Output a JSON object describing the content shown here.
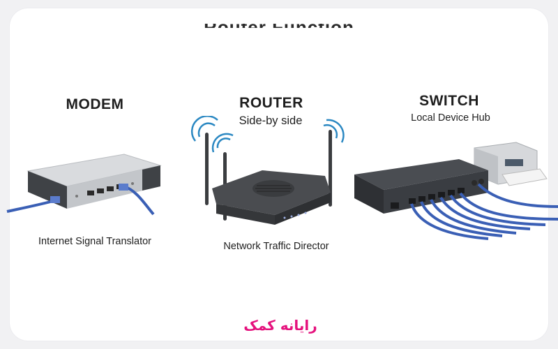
{
  "title_partial": "Router Function",
  "devices": [
    {
      "heading": "MODEM",
      "subtitle": "",
      "caption": "Internet Signal Translator"
    },
    {
      "heading": "ROUTER",
      "subtitle": "Side-by side",
      "caption": "Network Traffic Director"
    },
    {
      "heading": "SWITCH",
      "subtitle": "Local Device Hub",
      "caption": ""
    }
  ],
  "logo": {
    "text": "رایانه کمک",
    "color": "#e5127d"
  },
  "colors": {
    "cable": "#3a5fb5",
    "wifi": "#2b88c2",
    "device_dark": "#3f4246",
    "device_light": "#c9ccd0"
  }
}
